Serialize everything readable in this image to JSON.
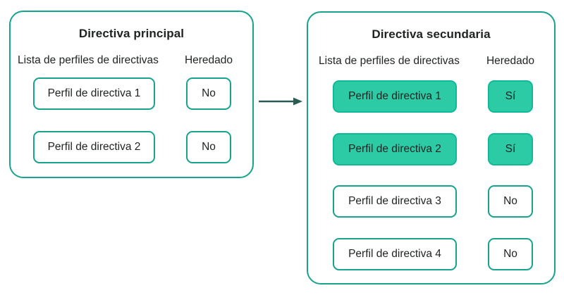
{
  "colors": {
    "teal-border": "#17A38E",
    "teal-fill": "#2CCBA6",
    "teal-fill-border": "#10BA96",
    "ink": "#1E2321",
    "arrow": "#2E5B54",
    "bg": "#FFFFFF"
  },
  "icons": {
    "flow_arrow": "right-arrow"
  },
  "panels": [
    {
      "title": "Directiva principal",
      "list_header": "Lista de perfiles de directivas",
      "inherited_header": "Heredado",
      "rows": [
        {
          "profile": "Perfil de directiva 1",
          "inherited": "No",
          "highlighted": false
        },
        {
          "profile": "Perfil de directiva 2",
          "inherited": "No",
          "highlighted": false
        }
      ]
    },
    {
      "title": "Directiva secundaria",
      "list_header": "Lista de perfiles de directivas",
      "inherited_header": "Heredado",
      "rows": [
        {
          "profile": "Perfil de directiva 1",
          "inherited": "Sí",
          "highlighted": true
        },
        {
          "profile": "Perfil de directiva 2",
          "inherited": "Sí",
          "highlighted": true
        },
        {
          "profile": "Perfil de directiva 3",
          "inherited": "No",
          "highlighted": false
        },
        {
          "profile": "Perfil de directiva 4",
          "inherited": "No",
          "highlighted": false
        }
      ]
    }
  ]
}
